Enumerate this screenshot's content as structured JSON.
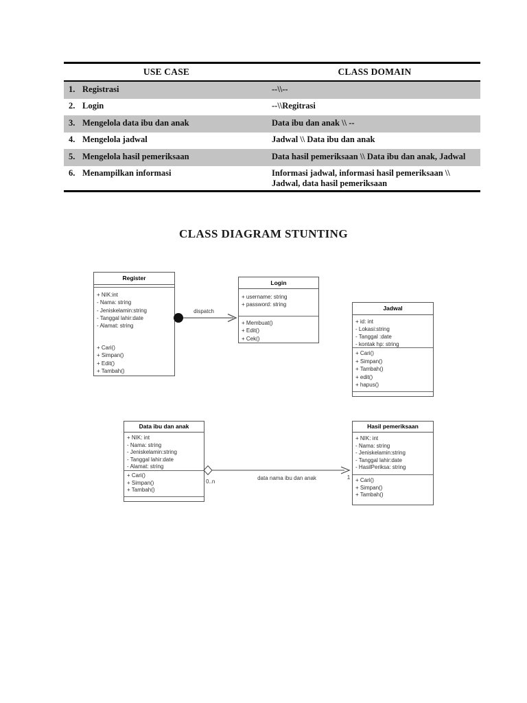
{
  "table": {
    "headers": {
      "use_case": "USE CASE",
      "class_domain": "CLASS DOMAIN"
    },
    "shade_color": "#c3c3c3",
    "rows": [
      {
        "num": "1.",
        "use_case": "Registrasi",
        "class_domain": "--\\\\--"
      },
      {
        "num": "2.",
        "use_case": "Login",
        "class_domain": "--\\\\Regitrasi"
      },
      {
        "num": "3.",
        "use_case": "Mengelola data ibu dan anak",
        "class_domain": "Data ibu dan anak \\\\ --"
      },
      {
        "num": "4.",
        "use_case": "Mengelola jadwal",
        "class_domain": "Jadwal \\\\ Data ibu dan anak"
      },
      {
        "num": "5.",
        "use_case": "Mengelola hasil pemeriksaan",
        "class_domain": "Data hasil pemeriksaan \\\\ Data ibu dan anak, Jadwal"
      },
      {
        "num": "6.",
        "use_case": "Menampilkan informasi",
        "class_domain": "Informasi jadwal, informasi hasil pemeriksaan \\\\ Jadwal, data hasil pemeriksaan"
      }
    ]
  },
  "heading": "CLASS DIAGRAM STUNTING",
  "diagram": {
    "classes": {
      "register": {
        "title": "Register",
        "attributes": [
          "+ NIK:int",
          "- Nama: string",
          "- Jeniskelamin:string",
          "- Tanggal lahir:date",
          "- Alamat: string"
        ],
        "methods": [
          "+ Cari()",
          "+ Simpan()",
          "+ Edit()",
          "+ Tambah()"
        ]
      },
      "login": {
        "title": "Login",
        "attributes": [
          "+ username: string",
          "+ password: string"
        ],
        "methods": [
          "+ Membuat()",
          "+ Edit()",
          "+ Cek()"
        ]
      },
      "jadwal": {
        "title": "Jadwal",
        "attributes": [
          "+ id: int",
          "- Lokasi:string",
          "- Tanggal :date",
          "- kontak hp: string"
        ],
        "methods": [
          "+ Cari()",
          "+ Simpan()",
          "+ Tambah()",
          "+ edit()",
          "+ hapus()"
        ]
      },
      "data_ibu": {
        "title": "Data ibu dan anak",
        "attributes": [
          "+ NIK: int",
          "- Nama: string",
          "- Jeniskelamin:string",
          "- Tanggal lahir:date",
          "- Alamat: string"
        ],
        "methods": [
          "+ Cari()",
          "+ Simpan()",
          "+ Tambah()"
        ]
      },
      "hasil": {
        "title": "Hasil pemeriksaan",
        "attributes": [
          "+ NIK: int",
          "- Nama: string",
          "- Jeniskelamin:string",
          "- Tanggal lahir:date",
          "- HasilPeriksa: string"
        ],
        "methods": [
          "+ Cari()",
          "+ Simpan()",
          "+ Tambah()"
        ]
      }
    },
    "connectors": {
      "dispatch": {
        "label": "dispatch"
      },
      "assoc": {
        "label": "data nama ibu dan anak",
        "mult_left": "0..n",
        "mult_right": "1"
      }
    }
  }
}
